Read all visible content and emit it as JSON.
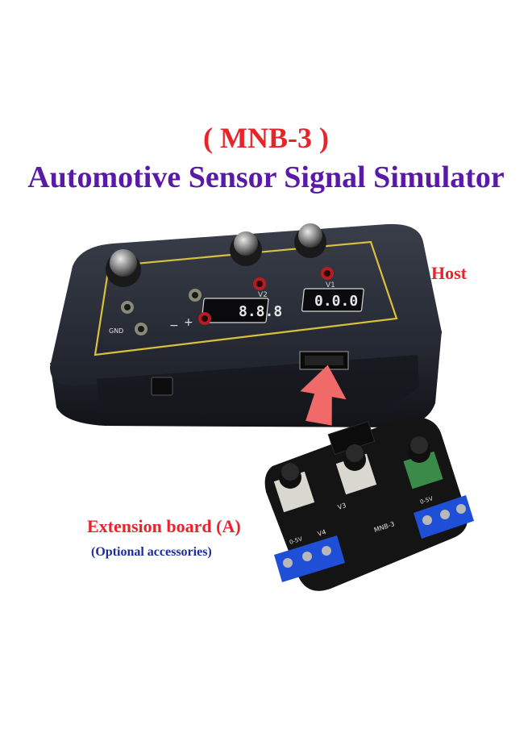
{
  "header": {
    "model": "( MNB-3 )",
    "title": "Automotive Sensor Signal Simulator"
  },
  "labels": {
    "host": "Host",
    "extension": "Extension board (A)",
    "optional": "(Optional accessories)"
  },
  "host_panel": {
    "display_1": "8.8.8",
    "display_2": "0.0.0",
    "channel_v1": "V1",
    "channel_v2": "V2",
    "plus": "+",
    "minus": "−",
    "gnd": "GND"
  },
  "board": {
    "label": "MNB-3",
    "v3": "V3",
    "v4": "V4",
    "range_left": "0-5V",
    "range_right": "0-5V"
  },
  "colors": {
    "model_red": "#e8232a",
    "title_purple": "#5a1aa8",
    "optional_blue": "#1d2c9c",
    "arrow": "#f06a6a",
    "terminal_blue": "#1f4fd6",
    "panel_border": "#d8c23a"
  }
}
